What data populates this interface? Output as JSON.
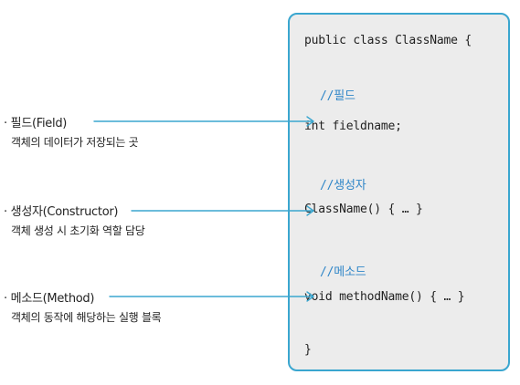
{
  "annotations": {
    "field": {
      "title": "필드(Field)",
      "desc": "객체의 데이터가 저장되는 곳"
    },
    "constructor": {
      "title": "생성자(Constructor)",
      "desc": "객체 생성 시 초기화 역할 담당"
    },
    "method": {
      "title": "메소드(Method)",
      "desc": "객체의 동작에 해당하는 실행 블록"
    }
  },
  "code": {
    "class_decl": "public class ClassName {",
    "field_comment": "//필드",
    "field_line": "int fieldname;",
    "ctor_comment": "//생성자",
    "ctor_line": "ClassName() { … }",
    "method_comment": "//메소드",
    "method_line": "void methodName() { … }",
    "closing": "}"
  },
  "colors": {
    "box_border": "#3aa6cf",
    "box_fill": "#ececec",
    "comment": "#2f86c8",
    "connector": "#3aa6cf"
  }
}
